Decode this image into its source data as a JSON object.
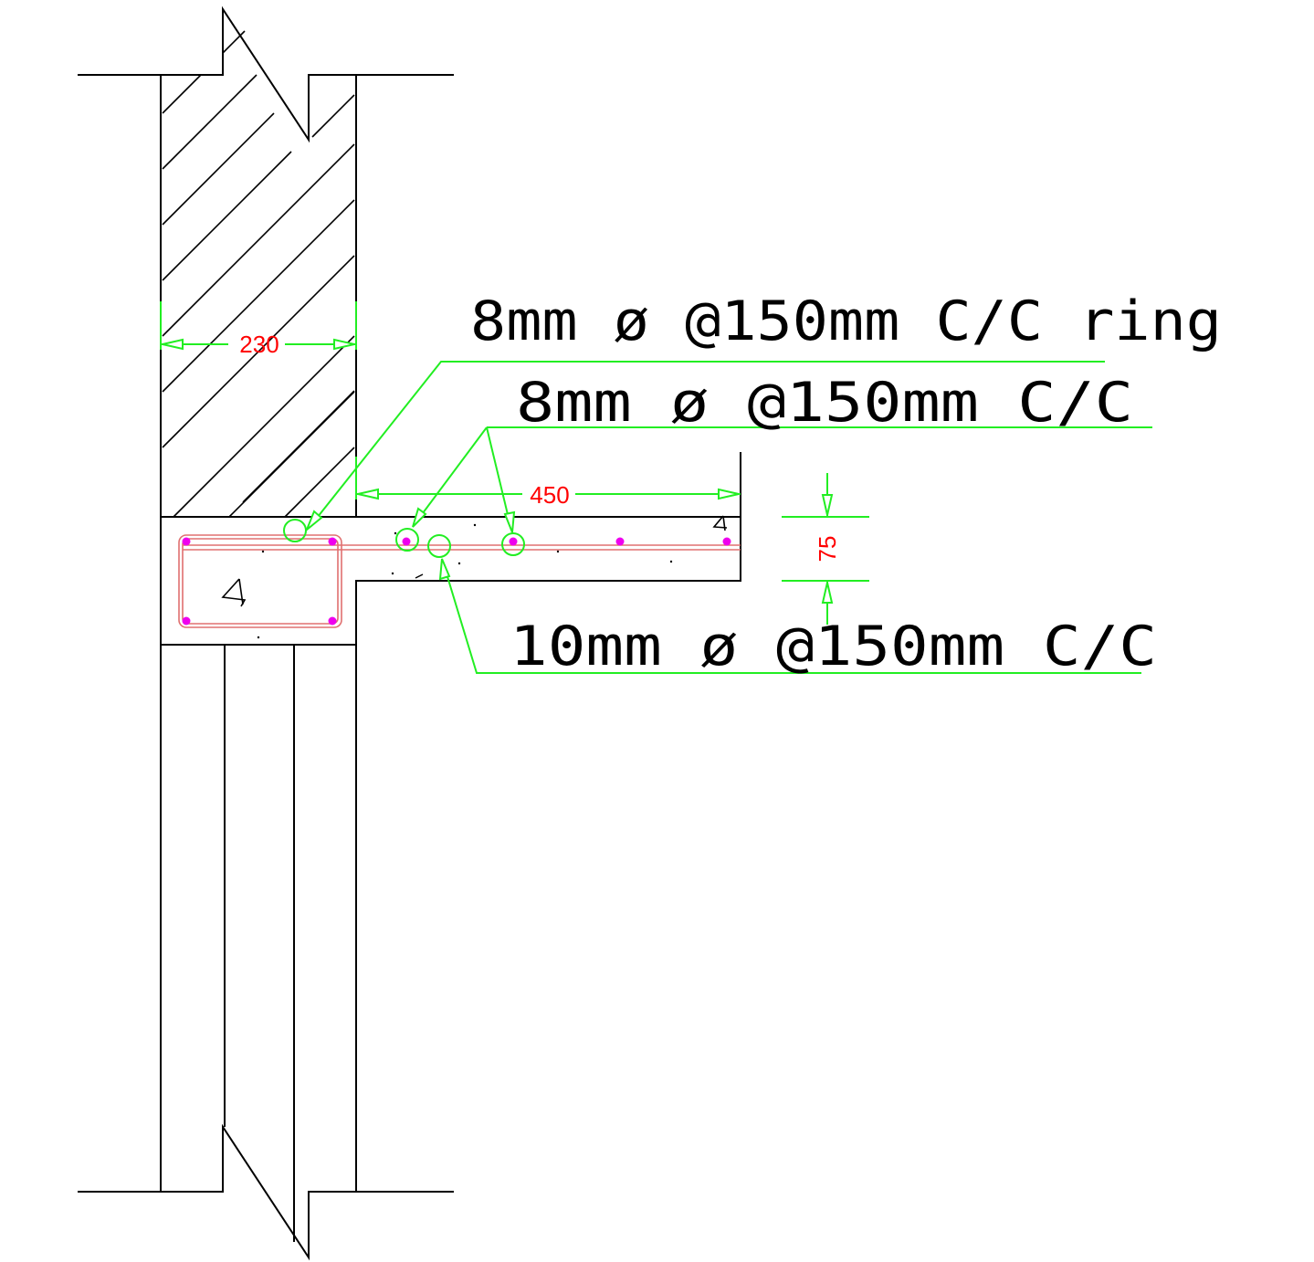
{
  "dimensions": {
    "wall_thickness": "230",
    "sunshade_projection": "450",
    "slab_thickness": "75"
  },
  "labels": {
    "ring_bar": "8mm ø @150mm C/C ring",
    "distribution_bar": "8mm ø @150mm C/C",
    "main_bar": "10mm ø @150mm C/C"
  },
  "section_mark": "4",
  "colors": {
    "outline": "#000000",
    "dimension_lines": "#22ee22",
    "dimension_text": "#ff0000",
    "reinforcement": "#e07070",
    "bar_dots": "#ee00ee"
  }
}
